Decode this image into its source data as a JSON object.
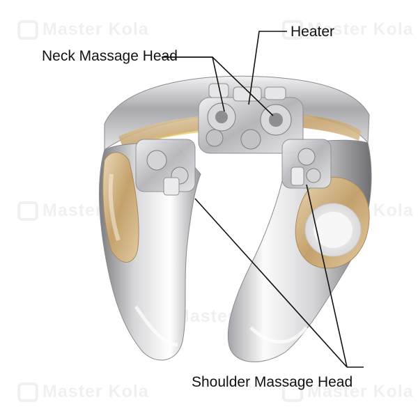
{
  "labels": {
    "heater": "Heater",
    "neck_massage_head": "Neck Massage Head",
    "shoulder_massage_head": "Shoulder Massage Head"
  },
  "watermark": {
    "text": "Master Kola"
  },
  "colors": {
    "silver_shell": "#c9c9cb",
    "gold_trim": "#c9a978",
    "leader_line": "#111111",
    "label_text": "#111111"
  }
}
